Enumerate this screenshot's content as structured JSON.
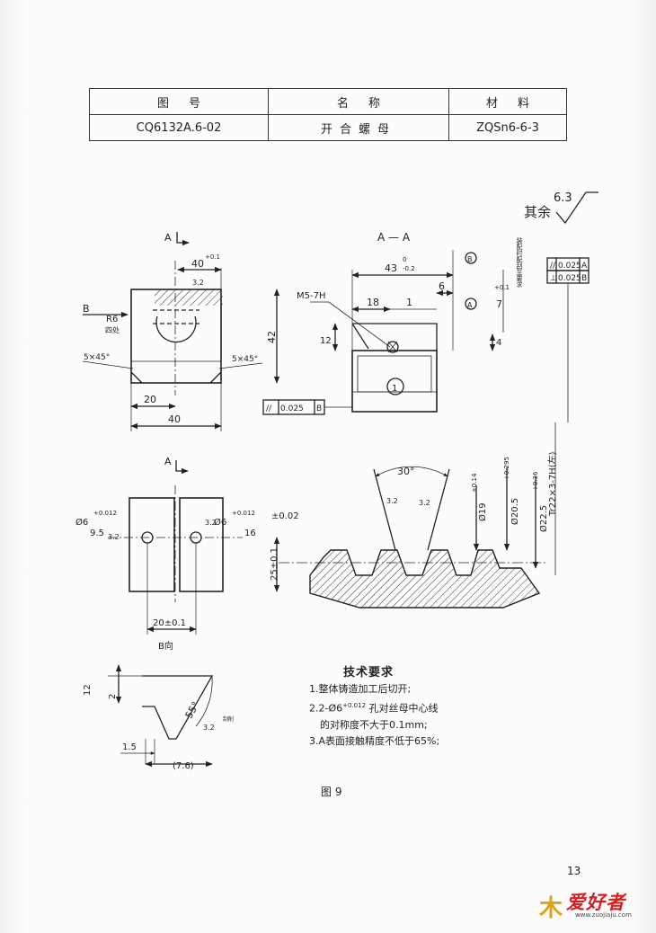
{
  "title_block": {
    "headers": [
      "图号",
      "名称",
      "材料"
    ],
    "values": [
      "CQ6132A.6-02",
      "开合螺母",
      "ZQSn6-6-3"
    ]
  },
  "surface_finish": {
    "label": "其余",
    "value": "6.3"
  },
  "views": {
    "section_aa": "A — A",
    "section_a_marker": "A",
    "arrow_b": "B",
    "view_b_label": "B向"
  },
  "dimensions": {
    "width_40_top": "40",
    "width_40_tol": "+0.1",
    "height_42": "42",
    "radius": "R6",
    "radius_note": "四处",
    "chamfer": "5×45°",
    "half_20": "20",
    "full_40": "40",
    "thread_m5": "M5-7H",
    "len_43": "43",
    "len_43_tol_up": "0",
    "len_43_tol_down": "-0.2",
    "d18": "18",
    "d1": "1",
    "d6": "6",
    "d12": "12",
    "d4": "4",
    "d7": "7",
    "d7_tol": "+0.1",
    "d7_note": "装配时配刮至要求",
    "parallel_tol": "0.025",
    "datum_a": "A",
    "datum_b": "B",
    "circle_1": "1",
    "thread_tr": "Tr22×3-7H(左)",
    "angle30": "30°",
    "dia19": "Ø19",
    "dia19_tol": "+0.14",
    "dia205": "Ø20.5",
    "dia205_tol": "+0.295",
    "dia225": "Ø22.5",
    "dia225_tol": "+0.36",
    "hole6": "Ø6",
    "hole6_tol": "+0.012",
    "hole_pos": "±0.02",
    "hole_sink": "9.5",
    "hole16": "16",
    "h25": "25±0.1",
    "w20": "20±0.1",
    "surf32": "3.2",
    "surf32_cut": "刮削",
    "groove_h12": "12",
    "groove_2": "2",
    "groove_55": "55°",
    "groove_15": "1.5",
    "groove_76": "(7.6)"
  },
  "tech": {
    "heading": "技术要求",
    "line1": "1.整体铸造加工后切开;",
    "line2_a": "2.2-Ø6",
    "line2_tol": "+0.012",
    "line2_b": "孔对丝母中心线",
    "line3": "的对称度不大于0.1mm;",
    "line4": "3.A表面接触精度不低于65%;"
  },
  "figure_caption": "图 9",
  "page_number": "13",
  "watermark": {
    "brand": "爱好者",
    "url": "www.zuojiaju.com",
    "mark": "木"
  }
}
